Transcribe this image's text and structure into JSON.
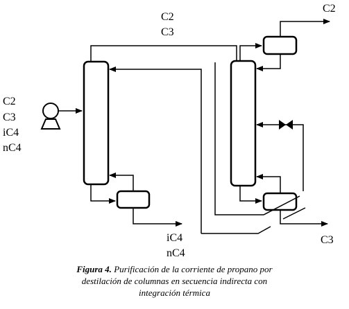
{
  "feed": {
    "lines": [
      "C2",
      "C3",
      "iC4",
      "nC4"
    ]
  },
  "column1": {
    "overhead_label": [
      "C2",
      "C3"
    ],
    "bottoms_label": [
      "iC4",
      "nC4"
    ]
  },
  "column2": {
    "top_product": "C2",
    "bottom_product": "C3"
  },
  "caption": {
    "figure_label": "Figura 4.",
    "text_lines": [
      "Purificación de la corriente de propano por",
      "destilación de columnas en secuencia indirecta con",
      "integración térmica"
    ]
  }
}
